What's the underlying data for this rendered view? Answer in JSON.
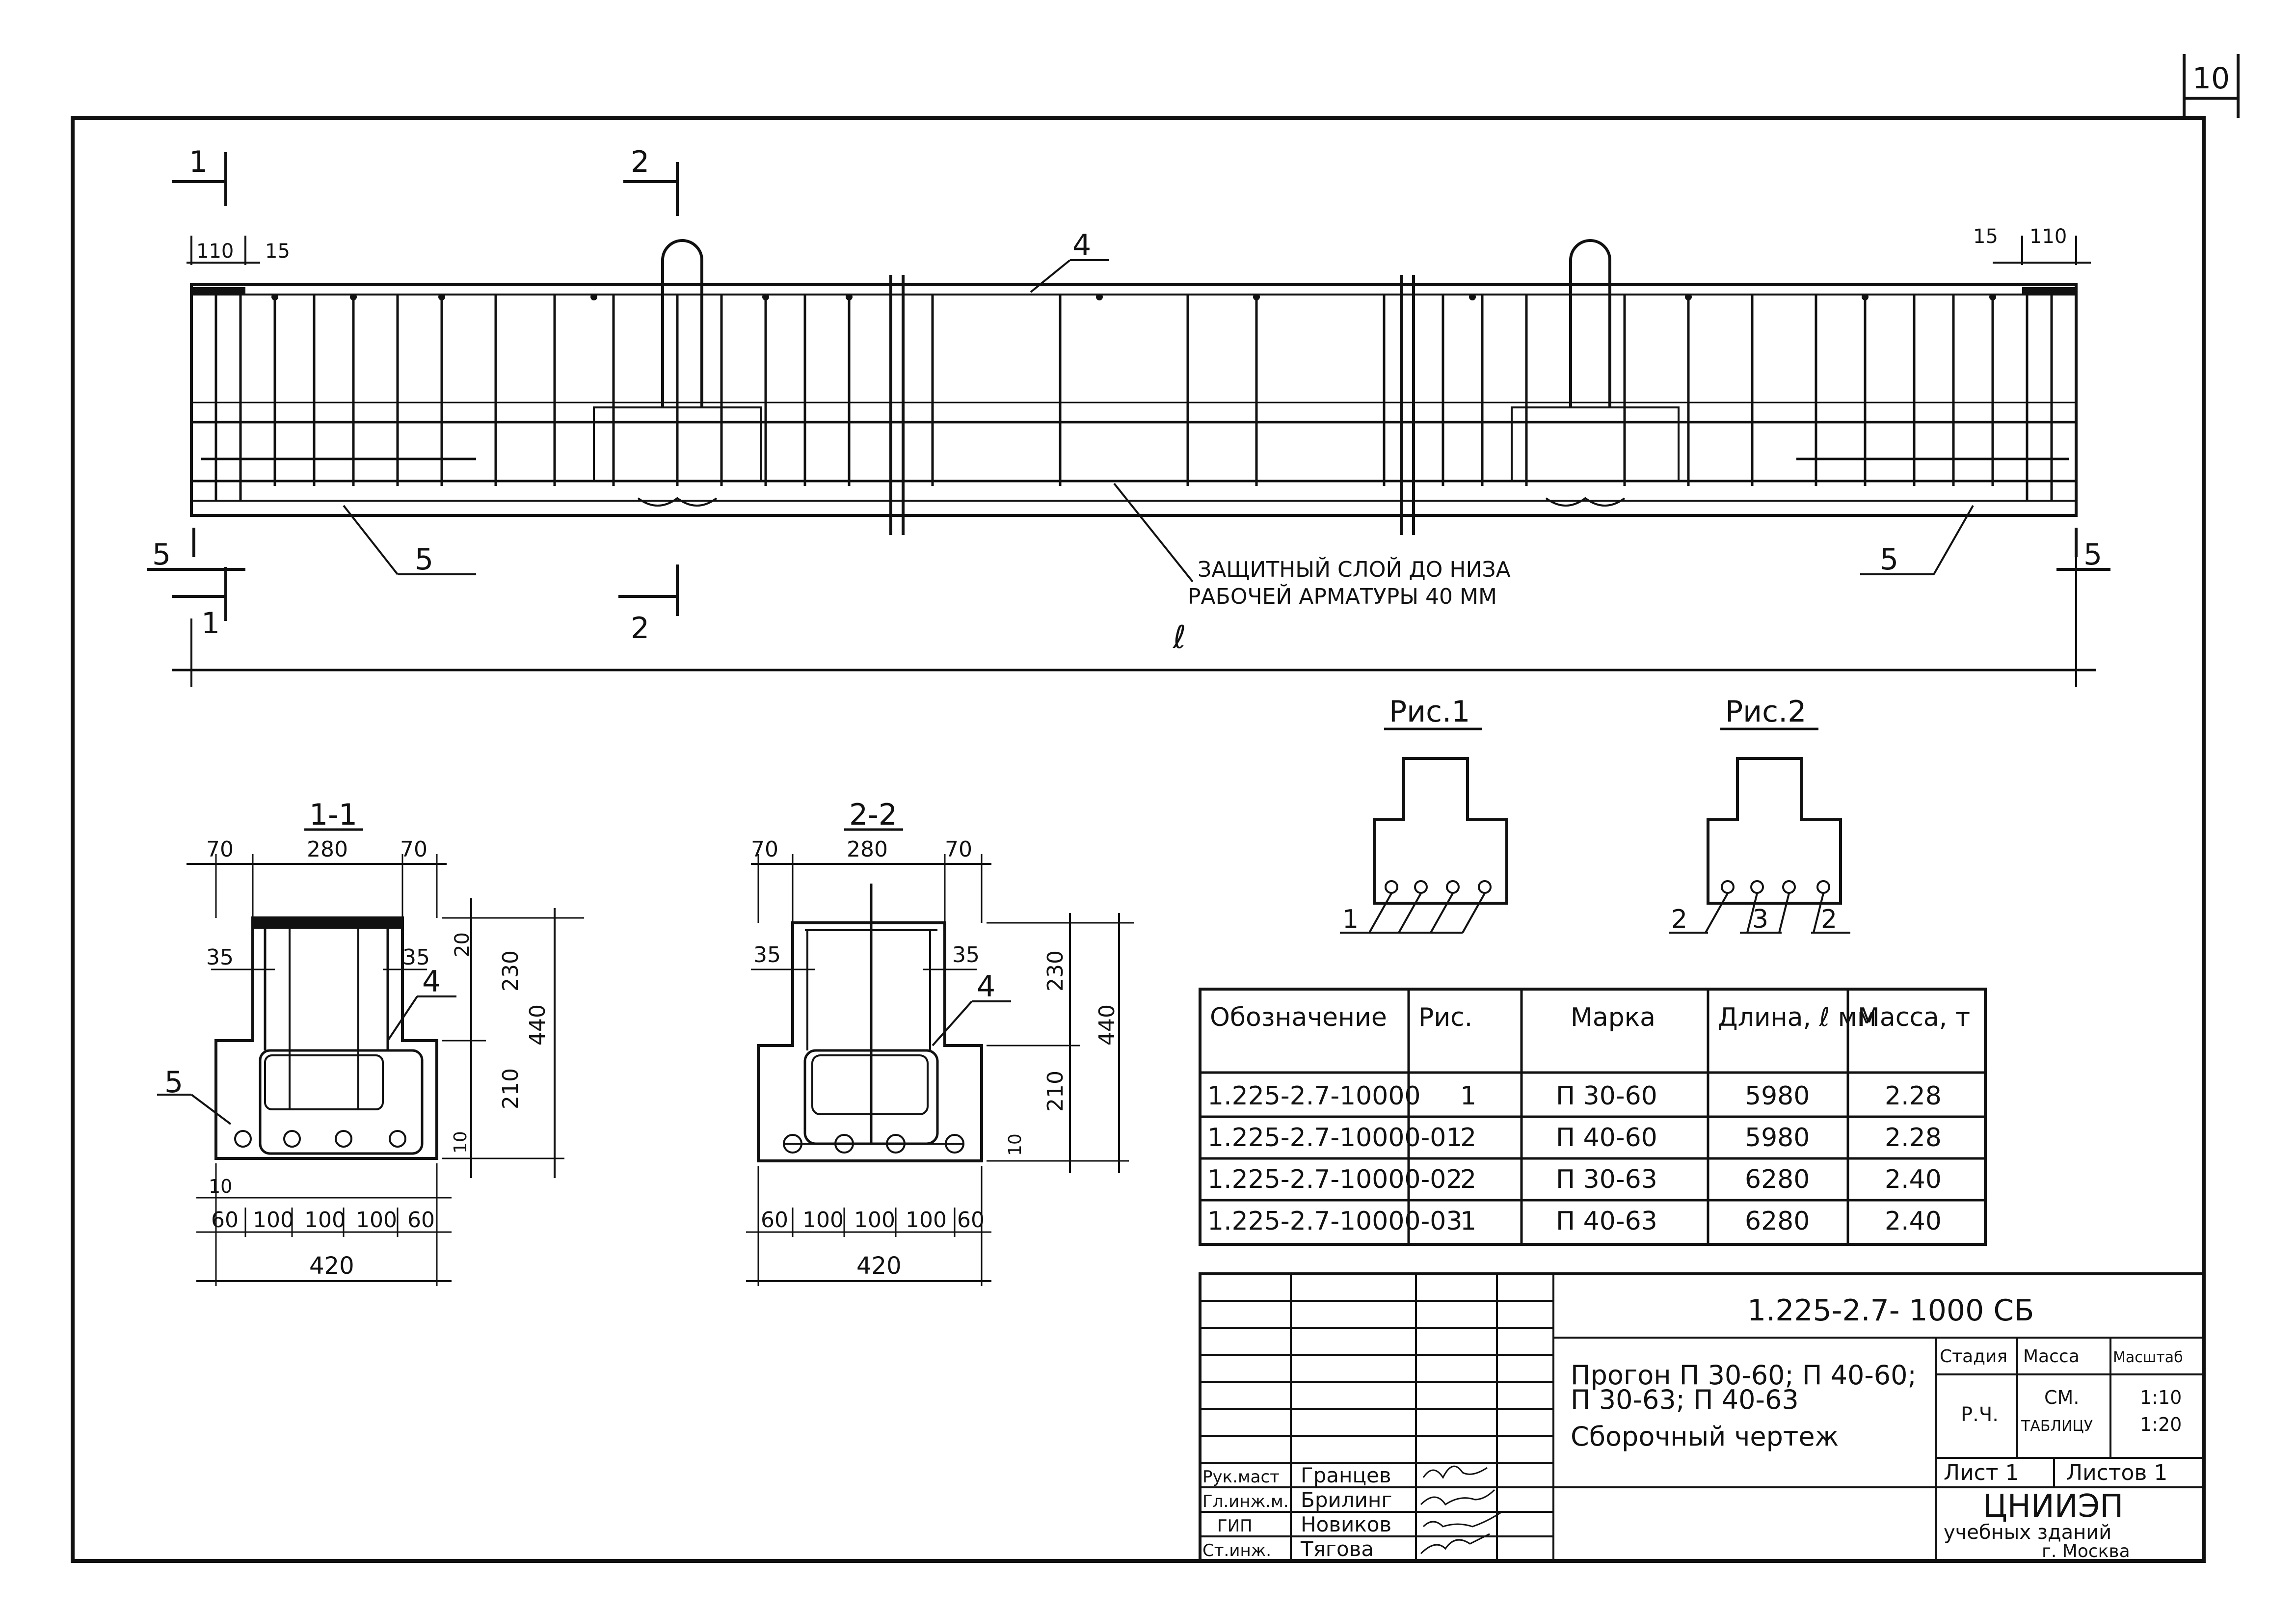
{
  "sheet_number": "10",
  "elevation": {
    "dims_left": [
      "110",
      "15"
    ],
    "dims_right": [
      "15",
      "110"
    ],
    "section_marks": [
      "1",
      "2",
      "5"
    ],
    "item_labels": [
      "4",
      "5",
      "5"
    ],
    "length_label": "ℓ",
    "note_line1": "ЗАЩИТНЫЙ СЛОЙ ДО НИЗА",
    "note_line2": "РАБОЧЕЙ АРМАТУРЫ 40 ММ"
  },
  "section_1_1": {
    "title": "1-1",
    "top_dims": [
      "70",
      "280",
      "70"
    ],
    "side_dims": [
      "35",
      "35",
      "20",
      "230",
      "210",
      "10",
      "440"
    ],
    "item_labels": [
      "4",
      "5"
    ],
    "bottom_dims": [
      "10",
      "60",
      "100",
      "100",
      "100",
      "60"
    ],
    "total_width": "420"
  },
  "section_2_2": {
    "title": "2-2",
    "top_dims": [
      "70",
      "280",
      "70"
    ],
    "side_dims": [
      "35",
      "35",
      "230",
      "210",
      "10",
      "440"
    ],
    "item_labels": [
      "4"
    ],
    "bottom_dims": [
      "60",
      "100",
      "100",
      "100",
      "60"
    ],
    "total_width": "420"
  },
  "fig1": {
    "title": "Рис.1",
    "labels": [
      "1"
    ]
  },
  "fig2": {
    "title": "Рис.2",
    "labels": [
      "2",
      "3",
      "2"
    ]
  },
  "table": {
    "headers": [
      "Обозначение",
      "Рис.",
      "Марка",
      "Длина, ℓ мм",
      "Масса, т"
    ],
    "rows": [
      [
        "1.225-2.7-10000",
        "1",
        "П 30-60",
        "5980",
        "2.28"
      ],
      [
        "1.225-2.7-10000-01",
        "2",
        "П 40-60",
        "5980",
        "2.28"
      ],
      [
        "1.225-2.7-10000-02",
        "2",
        "П 30-63",
        "6280",
        "2.40"
      ],
      [
        "1.225-2.7-10000-03",
        "1",
        "П 40-63",
        "6280",
        "2.40"
      ]
    ]
  },
  "title_block": {
    "code": "1.225-2.7-   1000 СБ",
    "name_line1": "Прогон П 30-60; П 40-60;",
    "name_line2": "П 30-63; П 40-63",
    "name_line3": "Сборочный чертеж",
    "stage_label": "Стадия",
    "mass_label": "Масса",
    "scale_label": "Масштаб",
    "stage_value": "Р.Ч.",
    "mass_value_1": "СМ.",
    "mass_value_2": "ТАБЛИЦУ",
    "scale_value_1": "1:10",
    "scale_value_2": "1:20",
    "sheet_label": "Лист 1",
    "sheets_label": "Листов 1",
    "org_line1": "ЦНИИЭП",
    "org_line2": "учебных зданий",
    "org_line3": "г. Москва",
    "staff": [
      {
        "role": "Рук.маст",
        "name": "Гранцев"
      },
      {
        "role": "Гл.инж.м.",
        "name": "Брилинг"
      },
      {
        "role": "ГИП",
        "name": "Новиков"
      },
      {
        "role": "Ст.инж.",
        "name": "Тягова"
      }
    ]
  }
}
